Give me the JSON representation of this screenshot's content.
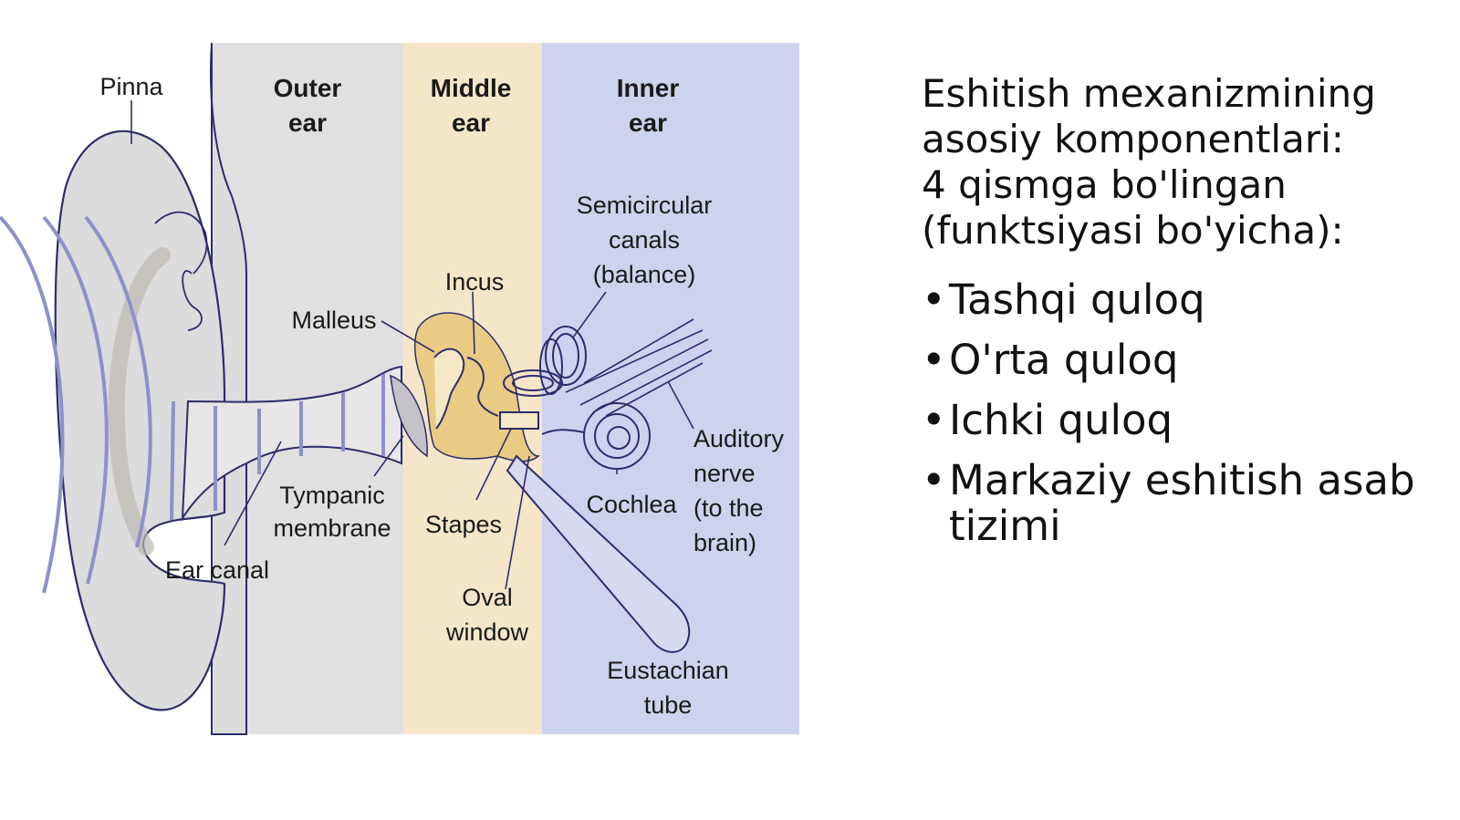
{
  "diagram": {
    "regions": [
      {
        "key": "outer",
        "line1": "Outer",
        "line2": "ear",
        "color": "#e1dfdf"
      },
      {
        "key": "middle",
        "line1": "Middle",
        "line2": "ear",
        "color": "#f5e6c9"
      },
      {
        "key": "inner",
        "line1": "Inner",
        "line2": "ear",
        "color": "#cdd3ee"
      }
    ],
    "labels": {
      "pinna": "Pinna",
      "malleus": "Malleus",
      "incus": "Incus",
      "semicircular": [
        "Semicircular",
        "canals",
        "(balance)"
      ],
      "auditory_nerve": [
        "Auditory",
        "nerve",
        "(to the",
        "brain)"
      ],
      "tympanic": [
        "Tympanic",
        "membrane"
      ],
      "stapes": "Stapes",
      "cochlea": "Cochlea",
      "ear_canal": "Ear canal",
      "oval_window": [
        "Oval",
        "window"
      ],
      "eustachian": [
        "Eustachian",
        "tube"
      ]
    },
    "colors": {
      "wave": "#8d90c9",
      "ossicle": "#eacb84",
      "outline": "#2c2d6b",
      "skin": "#dddcdc"
    }
  },
  "slide": {
    "heading": "Eshitish mexanizmining\nasosiy komponentlari:\n 4 qismga bo'lingan\n(funktsiyasi bo'yicha):",
    "bullet_symbol": "•",
    "bullets": [
      "Tashqi quloq",
      "O'rta quloq",
      "Ichki quloq",
      "Markaziy eshitish asab tizimi"
    ]
  }
}
